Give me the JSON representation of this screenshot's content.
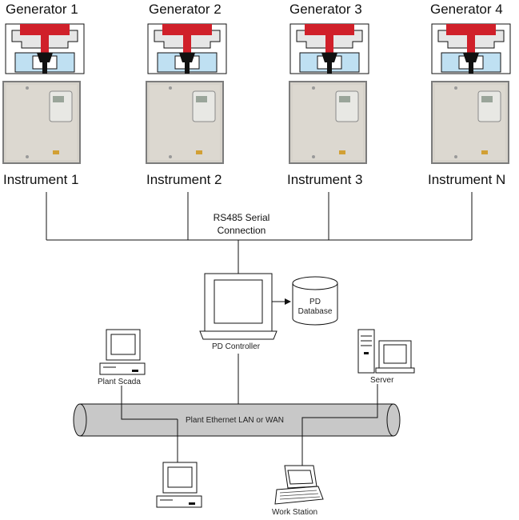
{
  "generators": [
    {
      "label": "Generator 1"
    },
    {
      "label": "Generator 2"
    },
    {
      "label": "Generator 3"
    },
    {
      "label": "Generator 4"
    }
  ],
  "instruments": [
    {
      "label": "Instrument 1"
    },
    {
      "label": "Instrument 2"
    },
    {
      "label": "Instrument 3"
    },
    {
      "label": "Instrument N"
    }
  ],
  "bus": {
    "line1": "RS485 Serial",
    "line2": "Connection"
  },
  "controller": {
    "label": "PD Controller"
  },
  "database": {
    "line1": "PD",
    "line2": "Database"
  },
  "scada": {
    "label": "Plant Scada"
  },
  "server": {
    "label": "Server"
  },
  "network": {
    "label": "Plant Ethernet LAN or WAN"
  },
  "workstation": {
    "label": "Work Station"
  },
  "colors": {
    "valve_red": "#d0202a",
    "valve_blue": "#bfe0f2",
    "pipe_gray": "#c8c8c8",
    "instrument_body": "#d8d4cc"
  }
}
